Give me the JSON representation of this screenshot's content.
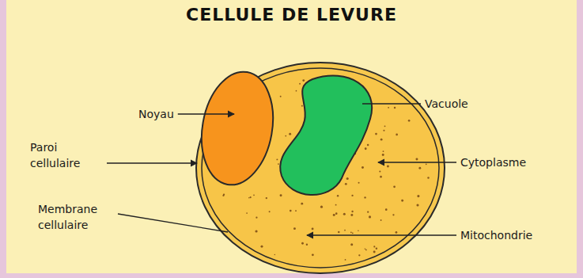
{
  "diagram": {
    "title": "CELLULE DE LEVURE",
    "labels": [
      "Noyau",
      "Vacuole",
      "Paroi cellulaire",
      "Cytoplasme",
      "Membrane cellulaire",
      "Mitochondrie"
    ]
  }
}
